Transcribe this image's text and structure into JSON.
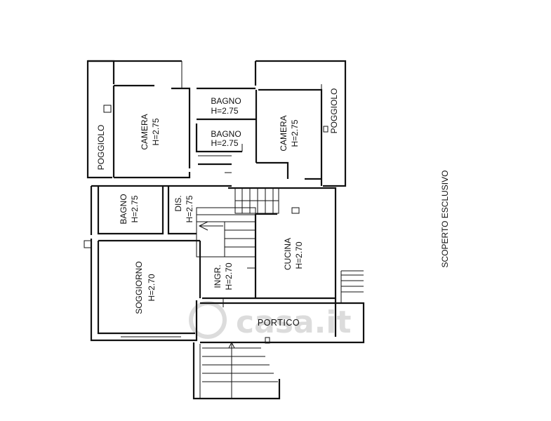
{
  "rooms": {
    "poggiolo_left": "POGGIOLO",
    "camera_left": {
      "name": "CAMERA",
      "height": "H=2.75"
    },
    "bagno_top": {
      "name": "BAGNO",
      "height": "H=2.75"
    },
    "bagno_mid": {
      "name": "BAGNO",
      "height": "H=2.75"
    },
    "camera_right": {
      "name": "CAMERA",
      "height": "H=2.75"
    },
    "poggiolo_right": "POGGIOLO",
    "bagno_left": {
      "name": "BAGNO",
      "height": "H=2.75"
    },
    "dis": {
      "name": "DIS.",
      "height": "H=2.75"
    },
    "cucina": {
      "name": "CUCINA",
      "height": "H=2.70"
    },
    "soggiorno": {
      "name": "SOGGIORNO",
      "height": "H=2.70"
    },
    "ingr": {
      "name": "INGR.",
      "height": "H=2.70"
    },
    "portico": "PORTICO"
  },
  "outdoor_label": "SCOPERTO ESCLUSIVO",
  "watermark": "casa.it",
  "colors": {
    "line": "#111111",
    "background": "#ffffff",
    "watermark": "#dcdcdc"
  }
}
